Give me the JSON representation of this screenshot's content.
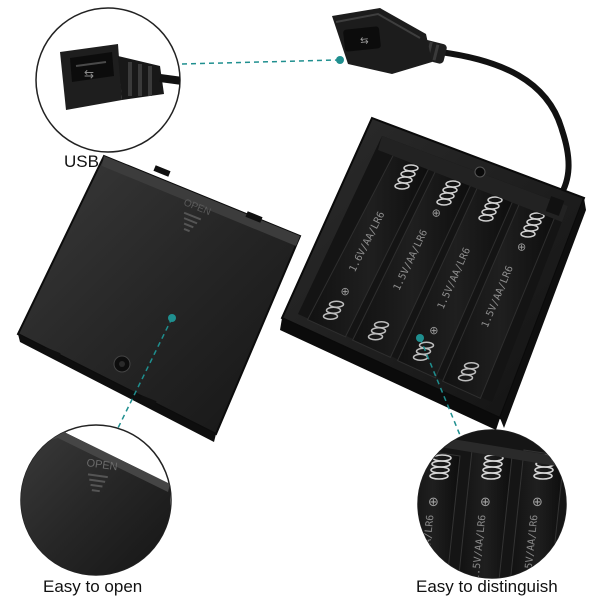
{
  "captions": {
    "usb": "USB",
    "easy_open": "Easy to open",
    "easy_distinguish": "Easy to distinguish"
  },
  "product": {
    "lid_label": "OPEN",
    "cell_label": "1.5V/AA/LR6",
    "cell_label_variant": "1.6V/AA/LR6",
    "slot_count": 4
  },
  "colors": {
    "accent": "#1f8f8f",
    "case": "#1c1c1c",
    "background": "#ffffff"
  }
}
